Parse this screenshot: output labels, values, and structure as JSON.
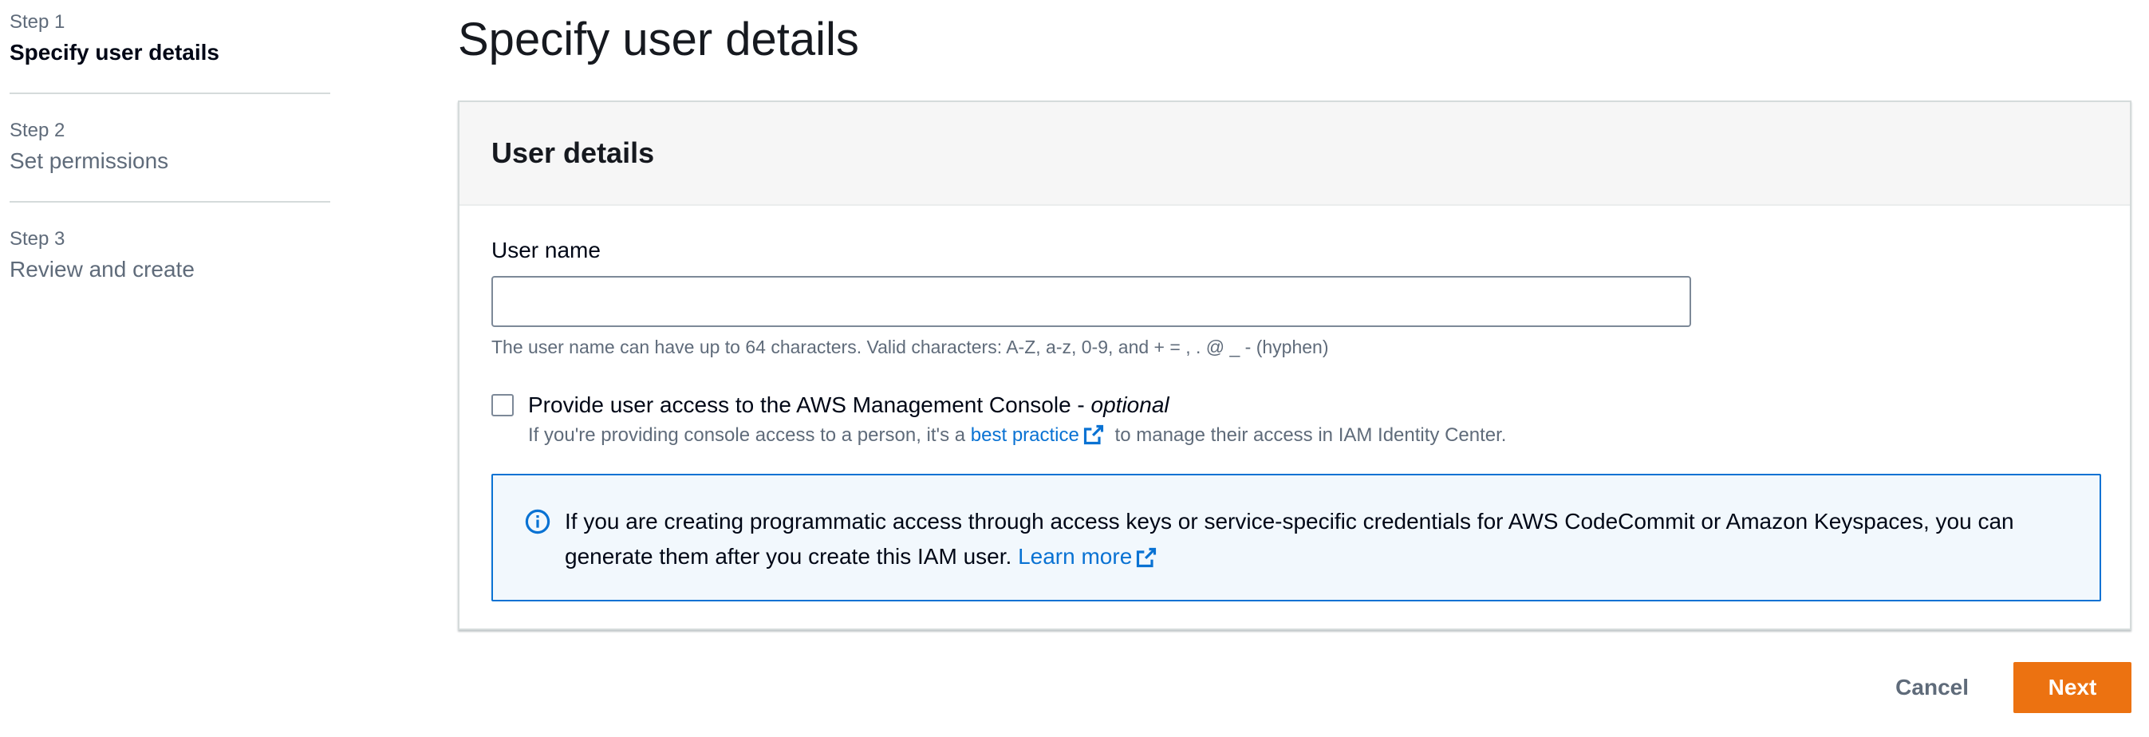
{
  "steps": [
    {
      "number": "Step 1",
      "title": "Specify user details",
      "active": true
    },
    {
      "number": "Step 2",
      "title": "Set permissions",
      "active": false
    },
    {
      "number": "Step 3",
      "title": "Review and create",
      "active": false
    }
  ],
  "page": {
    "title": "Specify user details"
  },
  "user_details": {
    "header": "User details",
    "username_label": "User name",
    "username_value": "",
    "username_hint": "The user name can have up to 64 characters. Valid characters: A-Z, a-z, 0-9, and + = , . @ _ - (hyphen)",
    "console_access": {
      "label": "Provide user access to the AWS Management Console - ",
      "label_optional": "optional",
      "checked": false,
      "desc_before": "If you're providing console access to a person, it's a ",
      "desc_link": "best practice",
      "desc_after": " to manage their access in IAM Identity Center."
    },
    "info": {
      "text": "If you are creating programmatic access through access keys or service-specific credentials for AWS CodeCommit or Amazon Keyspaces, you can generate them after you create this IAM user. ",
      "link": "Learn more"
    }
  },
  "actions": {
    "cancel_label": "Cancel",
    "next_label": "Next"
  },
  "colors": {
    "primary_button": "#ec7211",
    "link": "#0972d3",
    "info_border": "#0972d3",
    "info_background": "#f2f8fd"
  },
  "icons": {
    "external_link": "external-link-icon",
    "info": "info-icon"
  }
}
